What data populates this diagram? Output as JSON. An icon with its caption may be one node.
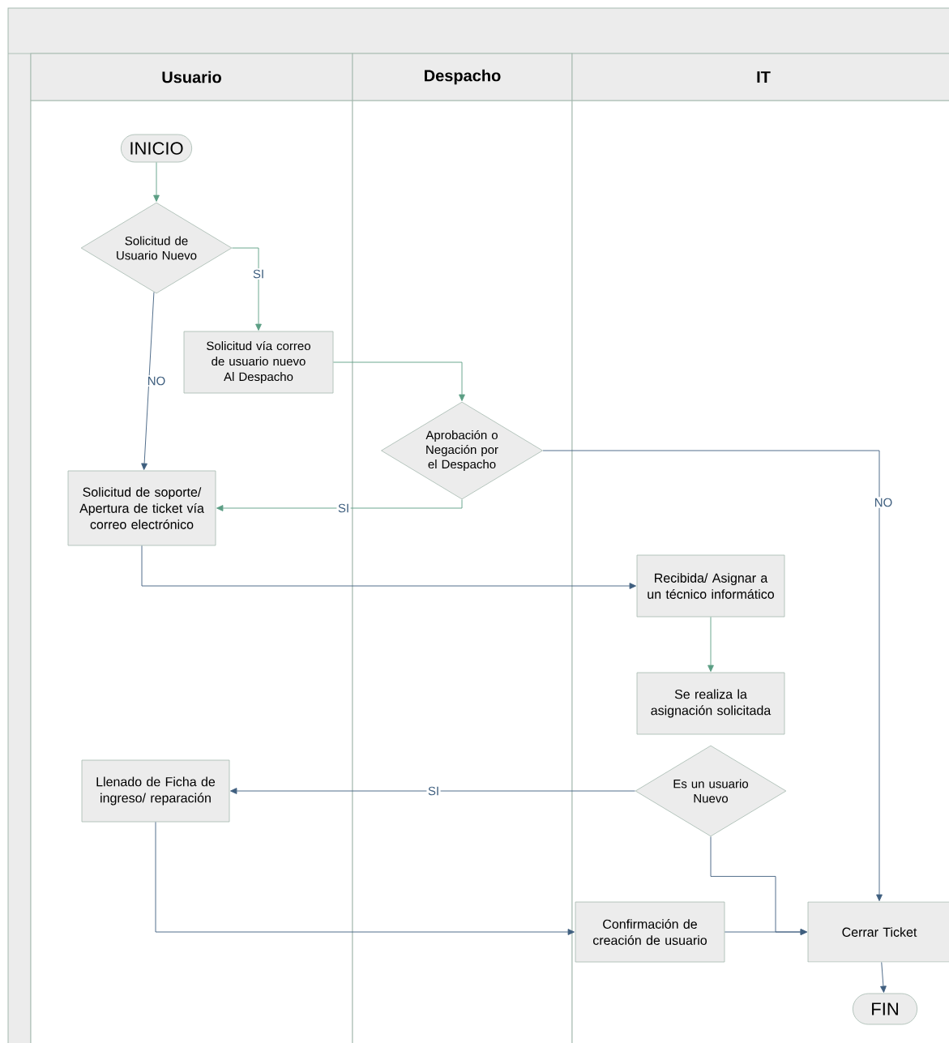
{
  "diagram": {
    "nodes": [
      {
        "text": [
          "Usuario"
        ]
      },
      {
        "text": [
          "Despacho"
        ]
      },
      {
        "text": [
          "IT"
        ]
      },
      {
        "text": [
          "INICIO"
        ],
        "in": 0
      },
      {
        "text": [
          "Solicitud de Usuario Nuevo"
        ],
        "in": 0
      },
      {
        "text": [
          "Solicitud vía correo de usuario nuevo Al Despacho"
        ],
        "in": 0
      },
      {
        "text": [
          "Aprobación o Negación por el Despacho"
        ],
        "in": 1
      },
      {
        "text": [
          "Solicitud de soporte/ Apertura de ticket vía correo electrónico"
        ],
        "in": 0
      },
      {
        "text": [
          "Recibida/ Asignar a un técnico informático"
        ],
        "in": 2
      },
      {
        "text": [
          "Se realiza la asignación solicitada"
        ],
        "in": 2
      },
      {
        "text": [
          "Llenado de Ficha de ingreso/ reparación"
        ],
        "in": 0
      },
      {
        "text": [
          "Es un usuario Nuevo"
        ],
        "in": 2
      },
      {
        "text": [
          "Confirmación de creación de usuario"
        ],
        "in": 2
      },
      {
        "text": [
          "Cerrar Ticket"
        ],
        "in": 2
      },
      {
        "text": [
          "FIN"
        ],
        "in": 2
      }
    ],
    "edges": [
      {
        "from": 3,
        "to": 4,
        "arrow": "to",
        "color": "#5b9e84"
      },
      {
        "from": 4,
        "to": 5,
        "arrow": "to",
        "label": "SI",
        "color": "#5b9e84"
      },
      {
        "from": 4,
        "to": 7,
        "arrow": "to",
        "label": "NO"
      },
      {
        "from": 5,
        "to": 6,
        "arrow": "to",
        "color": "#5b9e84"
      },
      {
        "from": 6,
        "to": 7,
        "arrow": "to",
        "label": "SI",
        "color": "#5b9e84"
      },
      {
        "from": 6,
        "to": 13,
        "arrow": "to",
        "label": "NO"
      },
      {
        "from": 7,
        "to": 8,
        "arrow": "to"
      },
      {
        "from": 8,
        "to": 9,
        "arrow": "to",
        "color": "#5b9e84"
      },
      {
        "from": 11,
        "to": 10,
        "arrow": "to",
        "label": "SI"
      },
      {
        "from": 10,
        "to": 12,
        "arrow": "to"
      },
      {
        "from": 11,
        "to": 13,
        "arrow": "to"
      },
      {
        "from": 12,
        "to": 13,
        "arrow": "to"
      },
      {
        "from": 13,
        "to": 14,
        "arrow": "to"
      }
    ]
  }
}
